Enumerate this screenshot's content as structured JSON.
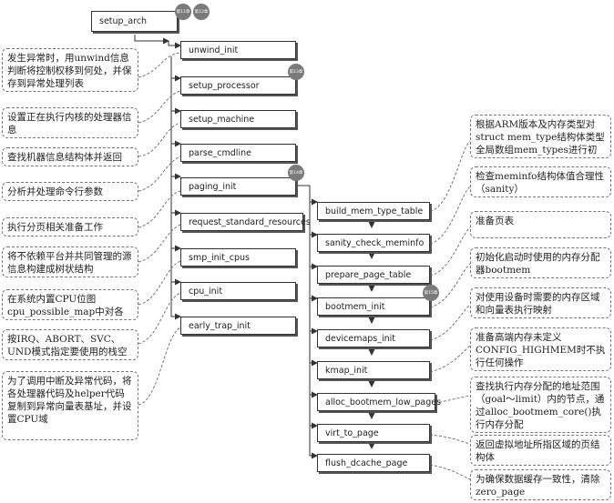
{
  "nodes_left": [
    {
      "id": "setup-arch",
      "label": "setup_arch"
    },
    {
      "id": "unwind-init",
      "label": "unwind_init"
    },
    {
      "id": "setup-processor",
      "label": "setup_processor"
    },
    {
      "id": "setup-machine",
      "label": "setup_machine"
    },
    {
      "id": "parse-cmdline",
      "label": "parse_cmdline"
    },
    {
      "id": "paging-init",
      "label": "paging_init"
    },
    {
      "id": "request-standard-resources",
      "label": "request_standard_resources"
    },
    {
      "id": "smp-init-cpus",
      "label": "smp_init_cpus"
    },
    {
      "id": "cpu-init",
      "label": "cpu_init"
    },
    {
      "id": "early-trap-init",
      "label": "early_trap_init"
    }
  ],
  "nodes_right": [
    {
      "id": "build-mem-type-table",
      "label": "build_mem_type_table"
    },
    {
      "id": "sanity-check-meminfo",
      "label": "sanity_check_meminfo"
    },
    {
      "id": "prepare-page-table",
      "label": "prepare_page_table"
    },
    {
      "id": "bootmem-init",
      "label": "bootmem_init"
    },
    {
      "id": "devicemaps-init",
      "label": "devicemaps_init"
    },
    {
      "id": "kmap-init",
      "label": "kmap_init"
    },
    {
      "id": "alloc-bootmem-low-pages",
      "label": "alloc_bootmem_low_pages"
    },
    {
      "id": "virt-to-page",
      "label": "virt_to_page"
    },
    {
      "id": "flush-dcache-page",
      "label": "flush_dcache_page"
    }
  ],
  "notes_left": [
    "发生异常时，用unwind信息判断将控制权移到何处，并保存到异常处理列表",
    "设置正在执行内核的处理器信息",
    "查找机器信息结构体并返回",
    "分析并处理命令行参数",
    "执行分页相关准备工作",
    "将不依赖平台并共同管理的源信息构建成树状结构",
    "在系统内置CPU位图cpu_possible_map中对各核心做标记",
    "按IRQ、ABORT、SVC、UND模式指定要使用的栈空间",
    "为了调用中断及异常代码，将各处理器代码及helper代码复制到异常向量表基址，并设置CPU域"
  ],
  "notes_right": [
    "根据ARM版本及内存类型对struct mem_type结构体类型全局数组mem_types进行初始化",
    "检查meminfo结构体值合理性（sanity）",
    "准备页表",
    "初始化启动时使用的内存分配器bootmem",
    "对使用设备时需要的内存区域和向量表执行映射",
    "准备高端内存未定义CONFIG_HIGHMEM时不执行任何操作",
    "查找执行内存分配的地址范围（goal～limit）内的节点，通过alloc_bootmem_core()执行内存分配",
    "返回虚拟地址所指区域的页结构体",
    "为确保数据缓存一致性，清除zero_page"
  ],
  "badges": {
    "setup_arch_a": "第11章",
    "setup_arch_b": "第12章",
    "unwind": "第13章",
    "paging": "第14章",
    "bootmem": "第15章"
  }
}
